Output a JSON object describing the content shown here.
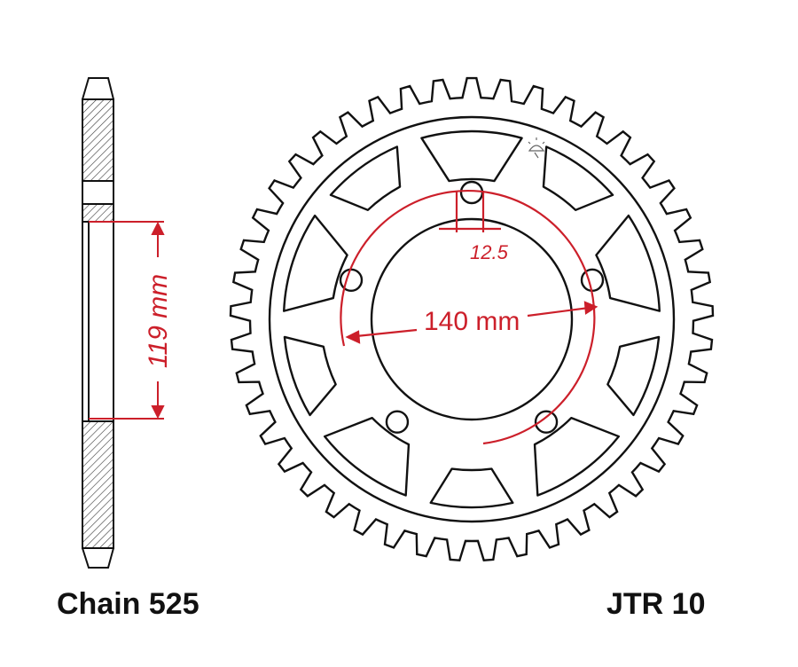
{
  "labels": {
    "chain": "Chain 525",
    "part_number": "JTR 10",
    "hub_height": "119 mm",
    "pcd": "140 mm",
    "bolt_hole": "12.5"
  },
  "colors": {
    "outline": "#111111",
    "dimension": "#cc1f2a"
  },
  "sprocket": {
    "bolt_holes": 5,
    "windows": 10
  }
}
